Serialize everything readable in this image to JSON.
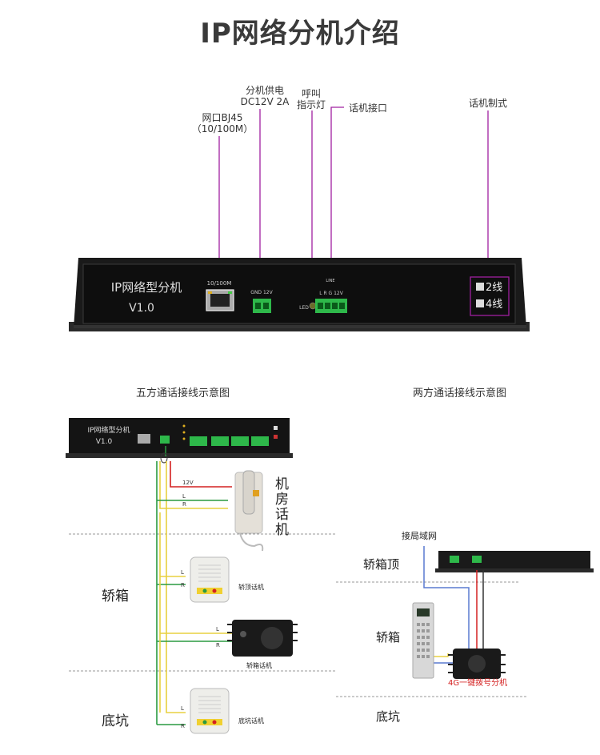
{
  "title": "IP网络分机介绍",
  "callouts": {
    "network_port_line1": "网口BJ45",
    "network_port_line2": "（10/100M）",
    "power_line1": "分机供电",
    "power_line2": "DC12V 2A",
    "call_light_line1": "呼叫",
    "call_light_line2": "指示灯",
    "phone_interface": "话机接口",
    "phone_system": "话机制式"
  },
  "device": {
    "name": "IP网络型分机",
    "version": "V1.0",
    "port_label": "10/100M",
    "power_label": "GND 12V",
    "led_label": "LED",
    "phone_label_top": "LINE",
    "phone_label": "L  R  G  12V",
    "option_2wire": "2线",
    "option_4wire": "4线"
  },
  "diagram_left": {
    "title": "五方通话接线示意图",
    "machine_room_phone": "机房话机",
    "car": "轿箱",
    "pit": "底坑",
    "car_top_phone": "轿顶话机",
    "car_phone": "轿箱话机",
    "pit_phone": "底坑话机",
    "wire_12v": "12V",
    "wire_l": "L",
    "wire_r": "R",
    "mini_device_name": "IP网络型分机",
    "mini_device_version": "V1.0"
  },
  "diagram_right": {
    "title": "两方通话接线示意图",
    "lan": "接局域网",
    "car_top": "轿箱顶",
    "car": "轿箱",
    "pit": "底坑",
    "dialer": "4G一键拨号分机"
  },
  "colors": {
    "callout_line": "#a020a0",
    "wire_red": "#d42020",
    "wire_yellow": "#e8d040",
    "wire_green": "#2a9a40",
    "wire_blue": "#5a7ad0",
    "device_body": "#1c1c1c",
    "terminal_green": "#2eb84a"
  }
}
